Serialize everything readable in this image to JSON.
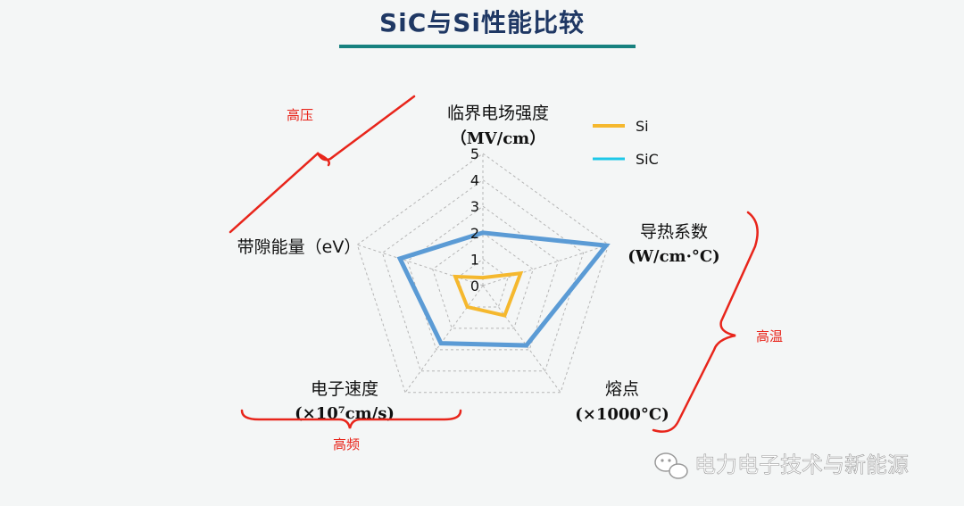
{
  "title": "SiC与Si性能比较",
  "chart_data": {
    "type": "radar",
    "axes": [
      {
        "label": "临界电场强度",
        "unit": "（MV/cm）"
      },
      {
        "label": "导热系数",
        "unit": "(W/cm·°C)"
      },
      {
        "label": "熔点",
        "unit": "(×1000°C)"
      },
      {
        "label": "电子速度",
        "unit": "(×10⁷cm/s)"
      },
      {
        "label": "带隙能量（eV）",
        "unit": ""
      }
    ],
    "ticks": [
      "0",
      "1",
      "2",
      "3",
      "4",
      "5"
    ],
    "rlim": [
      0,
      5
    ],
    "grid": true,
    "legend_position": "top-right",
    "series": [
      {
        "name": "Si",
        "color": "#f5b82e",
        "values": [
          0.3,
          1.5,
          1.4,
          1.0,
          1.1
        ]
      },
      {
        "name": "SiC",
        "color": "#5b9bd5",
        "values": [
          2.0,
          4.9,
          2.8,
          2.7,
          3.3
        ]
      }
    ],
    "legend": [
      {
        "name": "Si",
        "color": "#f5b82e"
      },
      {
        "name": "SiC",
        "color": "#1ec8e8"
      }
    ],
    "annotations": [
      "高压",
      "高温",
      "高频"
    ]
  },
  "watermark": "电力电子技术与新能源"
}
